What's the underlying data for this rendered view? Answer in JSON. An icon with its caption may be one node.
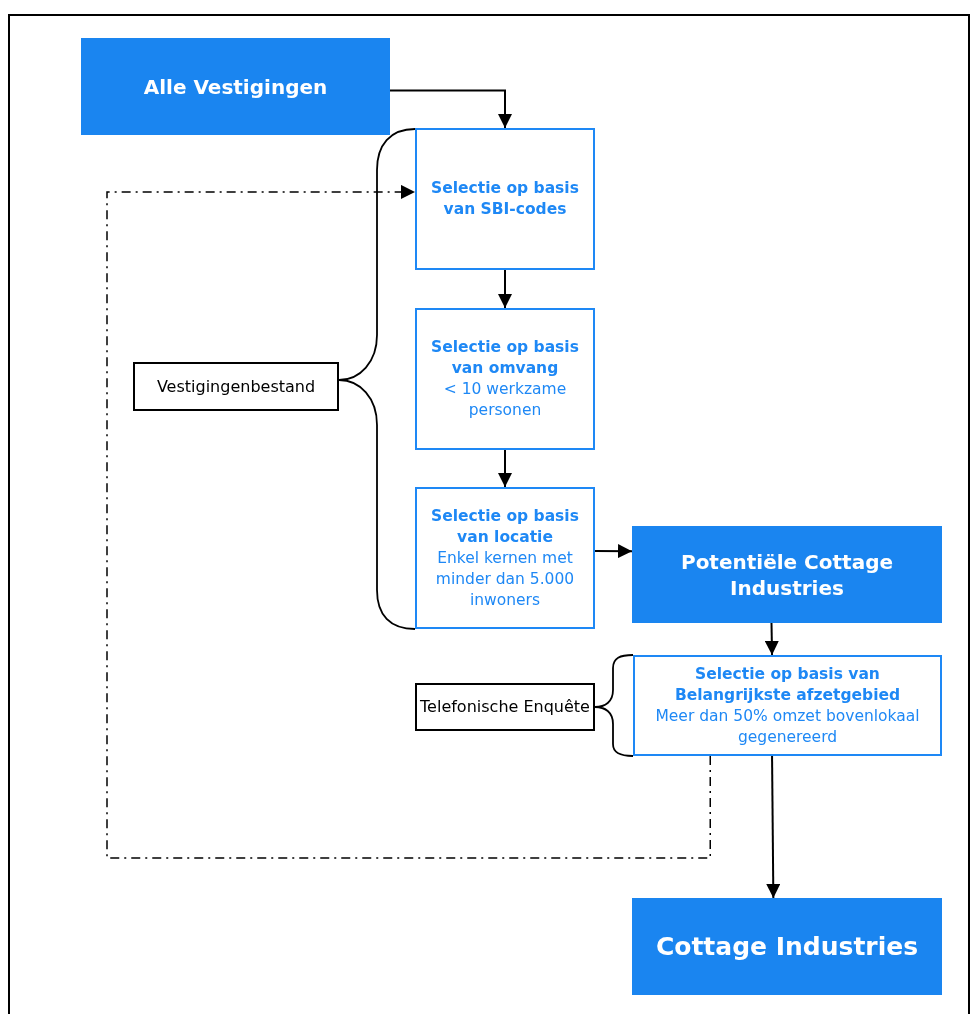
{
  "diagram": {
    "nodes": [
      {
        "text": [
          "Alle Vestigingen"
        ]
      },
      {
        "text": [
          "Selectie op basis van SBI-codes"
        ]
      },
      {
        "text": [
          "Selectie op basis van omvang",
          "< 10 werkzame personen"
        ]
      },
      {
        "text": [
          "Selectie op basis van locatie",
          "Enkel kernen met minder dan 5.000 inwoners"
        ]
      },
      {
        "text": [
          "Potentiële Cottage Industries"
        ]
      },
      {
        "text": [
          "Selectie op basis van Belangrijkste afzetgebied",
          "Meer dan 50% omzet bovenlokaal gegenereerd"
        ]
      },
      {
        "text": [
          "Cottage Industries"
        ]
      },
      {
        "text": [
          "Vestigingenbestand"
        ]
      },
      {
        "text": [
          "Telefonische Enquête"
        ]
      }
    ],
    "edges": [
      {
        "from": 0,
        "to": 1,
        "arrow": "to"
      },
      {
        "from": 1,
        "to": 2,
        "arrow": "to"
      },
      {
        "from": 2,
        "to": 3,
        "arrow": "to"
      },
      {
        "from": 3,
        "to": 4,
        "arrow": "to"
      },
      {
        "from": 4,
        "to": 5,
        "arrow": "to"
      },
      {
        "from": 5,
        "to": 6,
        "arrow": "to"
      },
      {
        "from": 5,
        "to": 1,
        "arrow": "to",
        "style": "dashed"
      }
    ]
  }
}
